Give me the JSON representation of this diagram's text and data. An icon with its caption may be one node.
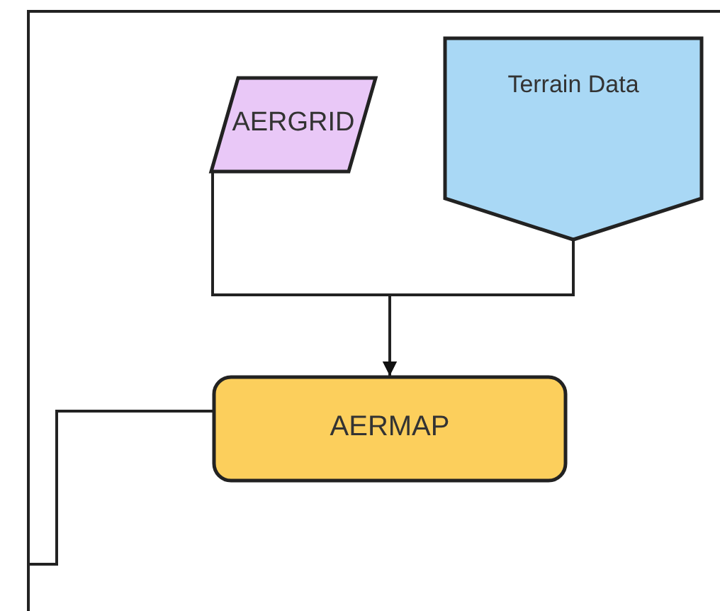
{
  "diagram": {
    "nodes": [
      {
        "text": [
          "AERGRID"
        ]
      },
      {
        "text": [
          "Terrain Data"
        ]
      },
      {
        "text": [
          "AERMAP"
        ]
      }
    ],
    "edges": [
      {
        "from": 0,
        "to": 2,
        "arrow": "to"
      },
      {
        "from": 1,
        "to": 2,
        "arrow": "to"
      },
      {
        "from": 2,
        "to": null,
        "arrow": "none"
      }
    ]
  }
}
